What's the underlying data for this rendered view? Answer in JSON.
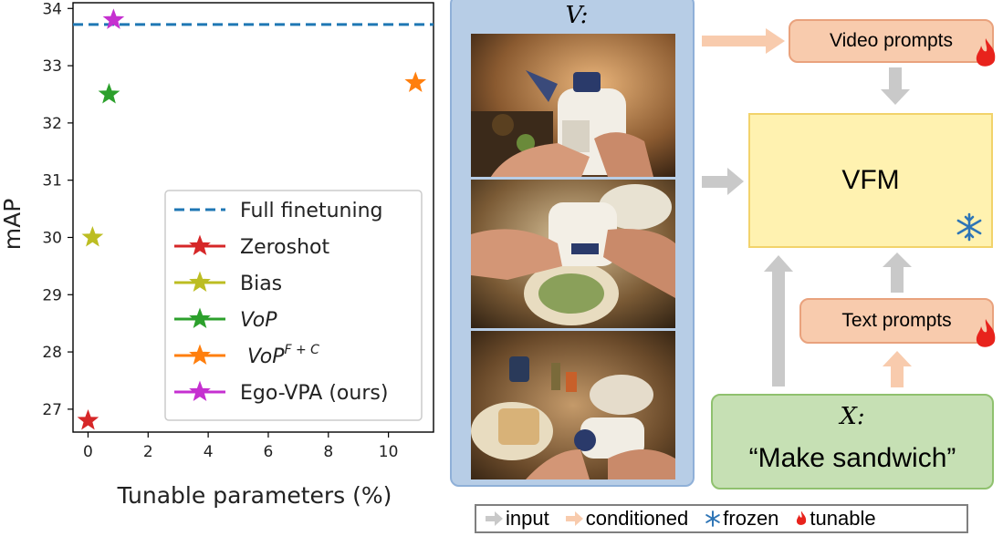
{
  "chart_data": {
    "type": "scatter",
    "xlabel": "Tunable parameters (%)",
    "ylabel": "mAP",
    "xlim": [
      -0.5,
      11.5
    ],
    "ylim": [
      26.6,
      34.1
    ],
    "xticks": [
      0,
      2,
      4,
      6,
      8,
      10
    ],
    "yticks": [
      27,
      28,
      29,
      30,
      31,
      32,
      33,
      34
    ],
    "grid": false,
    "legend_position": "lower-right",
    "reference_line": {
      "name": "Full finetuning",
      "y": 33.72,
      "color": "#1f77b4",
      "style": "dashed"
    },
    "series": [
      {
        "name": "Zeroshot",
        "color": "#d62728",
        "points": [
          {
            "x": 0.0,
            "y": 26.8
          }
        ]
      },
      {
        "name": "Bias",
        "color": "#bcbd22",
        "points": [
          {
            "x": 0.15,
            "y": 30.0
          }
        ]
      },
      {
        "name": "VoP",
        "color": "#2ca02c",
        "points": [
          {
            "x": 0.7,
            "y": 32.5
          }
        ]
      },
      {
        "name": "VoP",
        "superscript": "F + C",
        "color": "#ff7f0e",
        "points": [
          {
            "x": 10.9,
            "y": 32.7
          }
        ]
      },
      {
        "name": "Ego-VPA (ours)",
        "color": "#c530d0",
        "points": [
          {
            "x": 0.85,
            "y": 33.8
          }
        ]
      }
    ]
  },
  "diagram": {
    "video_label": "V:",
    "video_prompts_label": "Video prompts",
    "vfm_label": "VFM",
    "text_prompts_label": "Text prompts",
    "x_label": "X:",
    "x_text": "“Make sandwich”",
    "colors": {
      "input_arrow": "#c9c9c9",
      "conditioned_arrow": "#f8cbad",
      "frozen": "#2e75b6",
      "tunable": "#e8231c"
    }
  },
  "legend": {
    "input": "input",
    "conditioned": "conditioned",
    "frozen": "frozen",
    "tunable": "tunable"
  },
  "icons": [
    "snowflake-icon",
    "fire-icon",
    "star-marker-icon"
  ]
}
